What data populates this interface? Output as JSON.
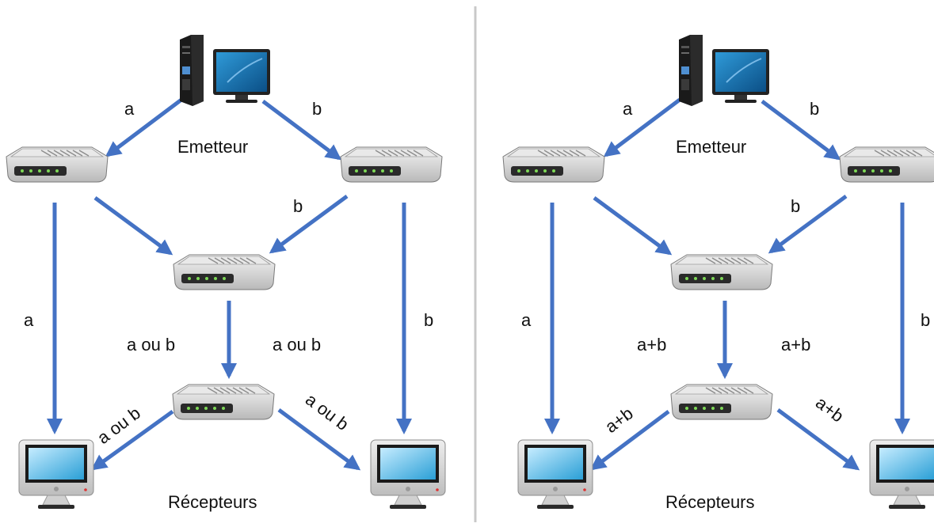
{
  "colors": {
    "arrow": "#4472C4",
    "divider": "#c8c8c8"
  },
  "icons": {
    "sender": "desktop-tower-icon",
    "router": "router-icon",
    "receiver": "monitor-icon"
  },
  "left_panel": {
    "sender_label": "Emetteur",
    "receivers_label": "Récepteurs",
    "edge_labels": {
      "src_to_left": "a",
      "src_to_right": "b",
      "right_to_center": "b",
      "left_to_rx": "a",
      "right_to_rx": "b",
      "center_to_bottom_left": "a ou b",
      "center_to_bottom_right": "a ou b",
      "bottom_to_rx_left": "a ou b",
      "bottom_to_rx_right": "a ou b"
    }
  },
  "right_panel": {
    "sender_label": "Emetteur",
    "receivers_label": "Récepteurs",
    "edge_labels": {
      "src_to_left": "a",
      "src_to_right": "b",
      "right_to_center": "b",
      "left_to_rx": "a",
      "right_to_rx": "b",
      "center_to_bottom_left": "a+b",
      "center_to_bottom_right": "a+b",
      "bottom_to_rx_left": "a+b",
      "bottom_to_rx_right": "a+b"
    }
  }
}
